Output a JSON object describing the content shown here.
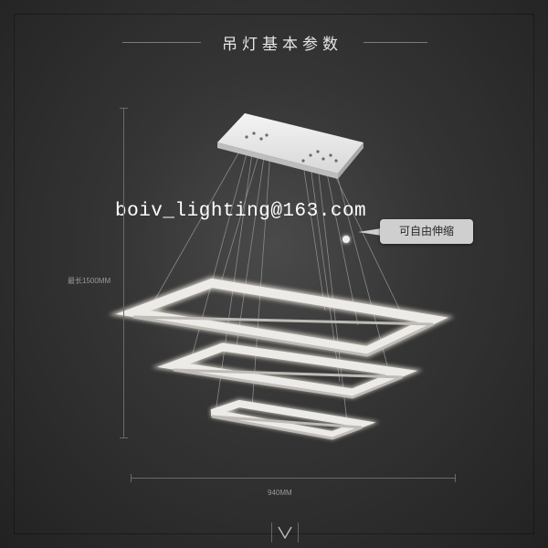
{
  "header": {
    "title": "吊灯基本参数"
  },
  "watermark": {
    "email": "boiv_lighting@163.com"
  },
  "dimensions": {
    "height_label": "最长1500MM",
    "width_label": "940MM"
  },
  "callout": {
    "text": "可自由伸缩"
  },
  "colors": {
    "background": "#353535",
    "ring": "#e9e6e2",
    "glow": "#fff6e6"
  },
  "icons": {
    "scroll": "chevron-down-icon"
  }
}
